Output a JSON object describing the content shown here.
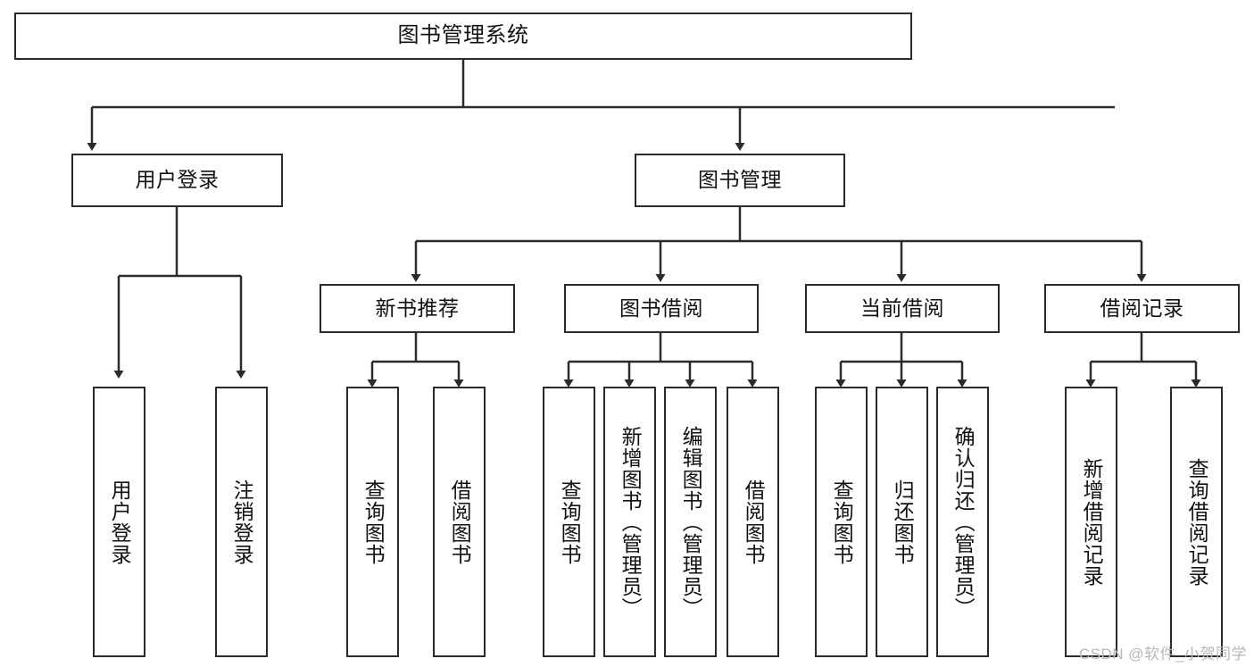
{
  "diagram": {
    "title": "图书管理系统",
    "type": "tree",
    "watermark": "CSDN @软件_小贺同学",
    "nodes": {
      "root": {
        "label": "图书管理系统"
      },
      "level2": [
        {
          "label": "用户登录"
        },
        {
          "label": "图书管理"
        }
      ],
      "level3": [
        {
          "label": "新书推荐"
        },
        {
          "label": "图书借阅"
        },
        {
          "label": "当前借阅"
        },
        {
          "label": "借阅记录"
        }
      ],
      "leaves": {
        "user_login": [
          {
            "label": "用户登录"
          },
          {
            "label": "注销登录"
          }
        ],
        "new_book": [
          {
            "label": "查询图书"
          },
          {
            "label": "借阅图书"
          }
        ],
        "book_borrow": [
          {
            "label": "查询图书"
          },
          {
            "label": "新增图书（管理员）"
          },
          {
            "label": "编辑图书（管理员）"
          },
          {
            "label": "借阅图书"
          }
        ],
        "current_borrow": [
          {
            "label": "查询图书"
          },
          {
            "label": "归还图书"
          },
          {
            "label": "确认归还（管理员）"
          }
        ],
        "borrow_record": [
          {
            "label": "新增借阅记录"
          },
          {
            "label": "查询借阅记录"
          }
        ]
      }
    },
    "colors": {
      "stroke": "#2b2b2b",
      "fill": "#ffffff",
      "text": "#111111",
      "watermark": "#b8b8b8"
    }
  }
}
